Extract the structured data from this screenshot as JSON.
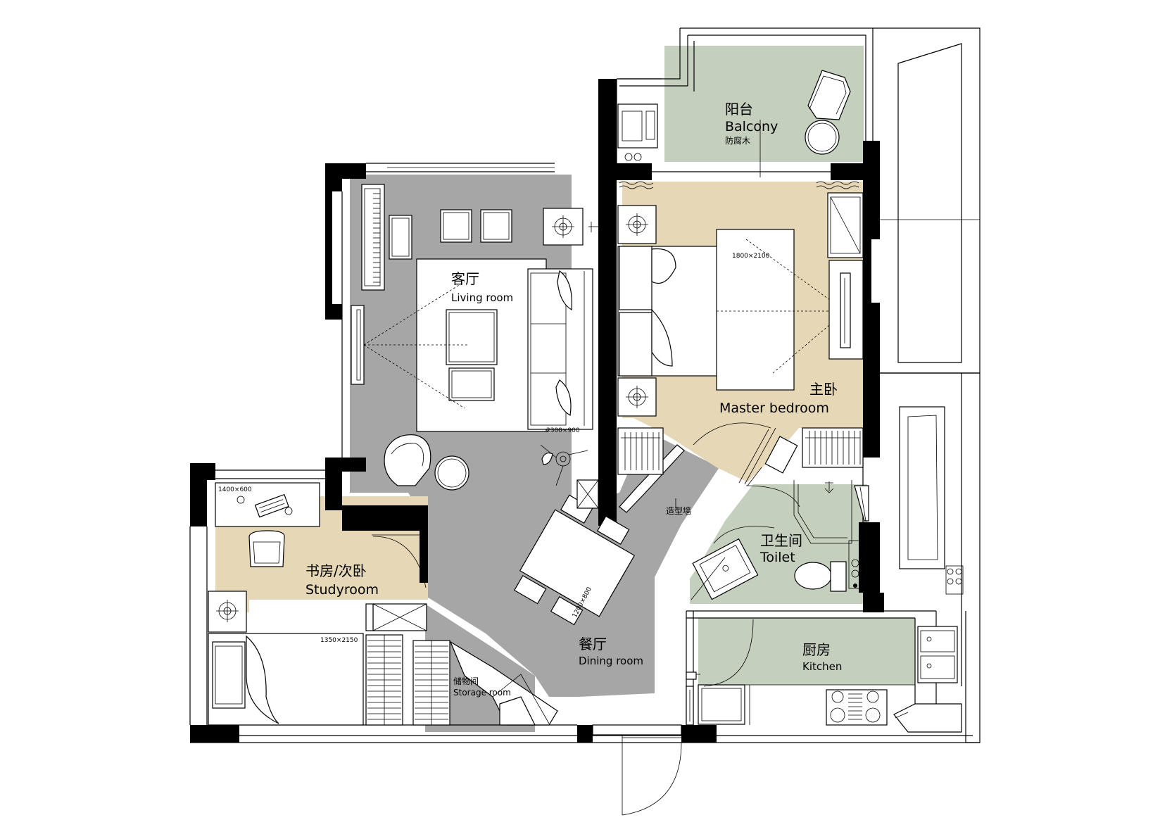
{
  "colors": {
    "living_dining_floor": "#a6a6a7",
    "bedroom_floor": "#e6d8b6",
    "green_floor": "#c5cfbe",
    "wall": "#000000",
    "furniture": "#ffffff"
  },
  "rooms": {
    "balcony": {
      "zh": "阳台",
      "en": "Balcony",
      "note": "防腐木"
    },
    "living": {
      "zh": "客厅",
      "en": "Living room"
    },
    "master": {
      "zh": "主卧",
      "en": "Master bedroom"
    },
    "toilet": {
      "zh": "卫生间",
      "en": "Toilet"
    },
    "study": {
      "zh": "书房/次卧",
      "en": "Studyroom"
    },
    "dining": {
      "zh": "餐厅",
      "en": "Dining room"
    },
    "storage": {
      "zh": "储物间",
      "en": "Storage room"
    },
    "kitchen": {
      "zh": "厨房",
      "en": "Kitchen"
    }
  },
  "annotations": {
    "feature_wall": "造型墙"
  },
  "dimensions": {
    "sofa": "2300×900",
    "master_bed": "1800×2100",
    "dining_table": "1200×800",
    "desk": "1400×600",
    "study_bed": "1350×2150"
  },
  "icons": [
    "ceiling-light-icon",
    "door-swing-icon",
    "window-icon",
    "stove-icon",
    "sink-icon",
    "toilet-icon",
    "chair-icon",
    "bed-icon",
    "sofa-icon",
    "piano-icon",
    "washing-machine-icon"
  ]
}
